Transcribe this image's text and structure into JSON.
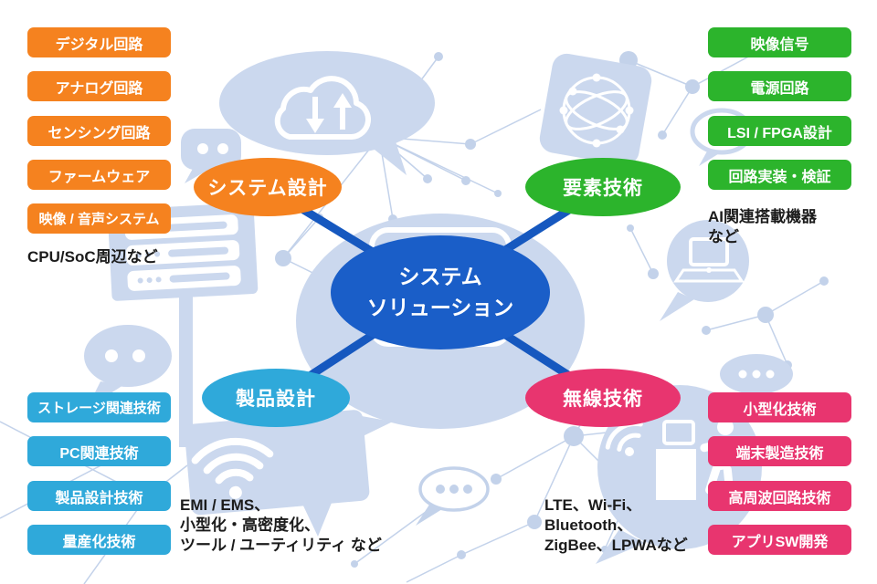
{
  "center": {
    "label_lines": [
      "システム",
      "ソリューション"
    ],
    "color": "#1A5EC8"
  },
  "branches": [
    {
      "label": "システム設計",
      "color": "#F5821F",
      "items": [
        "デジタル回路",
        "アナログ回路",
        "センシング回路",
        "ファームウェア",
        "映像 / 音声システム"
      ],
      "note_lines": [
        "CPU/SoC周辺など"
      ]
    },
    {
      "label": "要素技術",
      "color": "#2CB42C",
      "items": [
        "映像信号",
        "電源回路",
        "LSI / FPGA設計",
        "回路実装・検証"
      ],
      "note_lines": [
        "AI関連搭載機器",
        "など"
      ]
    },
    {
      "label": "製品設計",
      "color": "#2FA9DA",
      "items": [
        "ストレージ関連技術",
        "PC関連技術",
        "製品設計技術",
        "量産化技術"
      ],
      "note_lines": [
        "EMI / EMS、",
        "小型化・高密度化、",
        "ツール / ユーティリティ など"
      ]
    },
    {
      "label": "無線技術",
      "color": "#E8356F",
      "items": [
        "小型化技術",
        "端末製造技術",
        "高周波回路技術",
        "アプリSW開発"
      ],
      "note_lines": [
        "LTE、Wi-Fi、",
        "Bluetooth、",
        "ZigBee、LPWAなど"
      ]
    }
  ],
  "colors": {
    "connector": "#1658BF",
    "decoration": "#CBD8EE",
    "mesh": "#C3D2EA",
    "note_text": "#1B1B1B"
  },
  "icons": [
    "cloud-sync",
    "chat-dots-bubble",
    "network-globe-tile",
    "robot-face-bubble",
    "server-rack-sign",
    "tablet-bubble",
    "laptop-bubble",
    "wifi-board",
    "chat-dots-outline-bubble",
    "kiosk-person-bubble"
  ]
}
